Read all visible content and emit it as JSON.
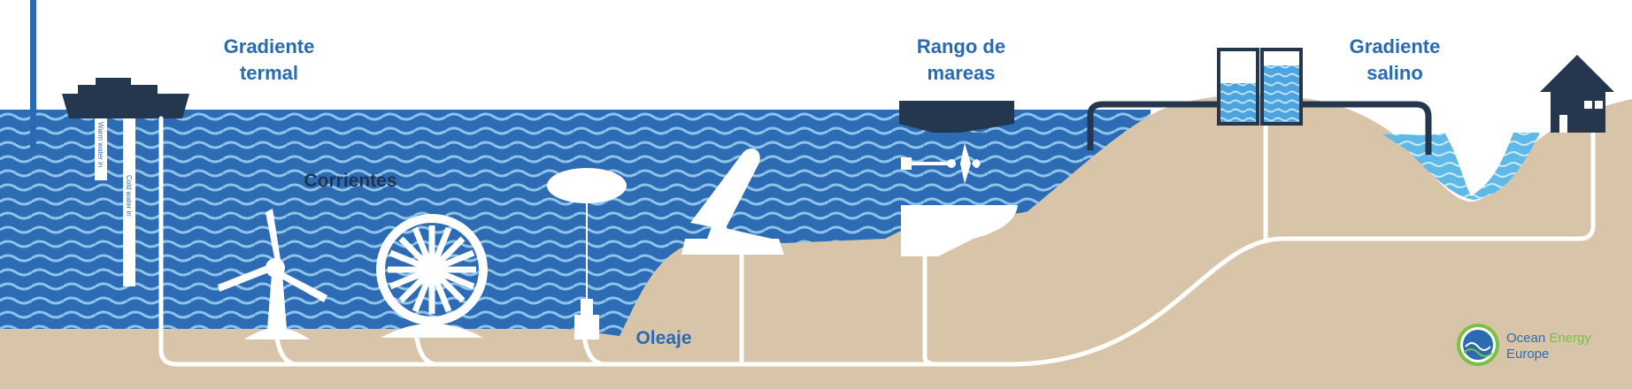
{
  "labels": {
    "thermal": [
      "Gradiente",
      "termal"
    ],
    "currents": "Corrientes",
    "tidal": [
      "Rango de",
      "mareas"
    ],
    "salinity": [
      "Gradiente",
      "salino"
    ],
    "waves": "Oleaje"
  },
  "pipe_texts": {
    "warm": "Warm water in",
    "cold": "Cold water in"
  },
  "logo": {
    "line1_a": "Ocean",
    "line1_b": "Energy",
    "line2": "Europe"
  },
  "colors": {
    "sea": "#2d6cb5",
    "sea_wave": "#8ec3ea",
    "ground": "#d8c5a9",
    "device": "#ffffff",
    "dark": "#24374f",
    "label_blue": "#2a6ab0",
    "label_dark": "#1f3350",
    "logo_blue": "#2b6bb0",
    "logo_green": "#7ac143"
  }
}
